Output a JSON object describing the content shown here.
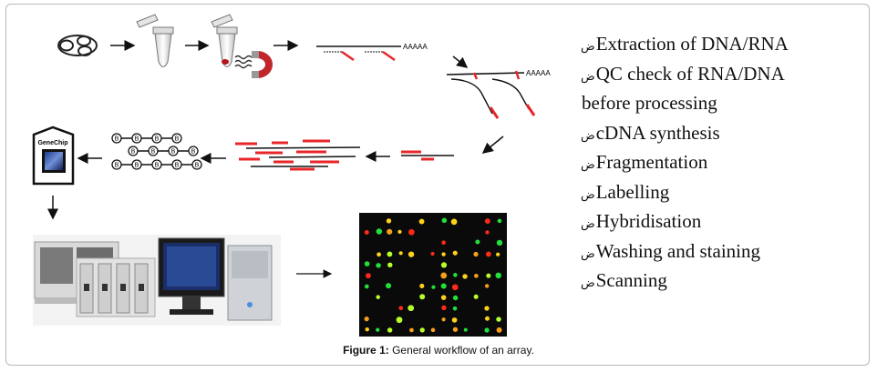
{
  "steps": [
    {
      "bullet": "ض",
      "text": "Extraction of DNA/RNA"
    },
    {
      "bullet": "ض",
      "text": "QC check of RNA/DNA"
    },
    {
      "bullet": "",
      "text": "before processing"
    },
    {
      "bullet": "ض",
      "text": "cDNA synthesis"
    },
    {
      "bullet": "ض",
      "text": "Fragmentation"
    },
    {
      "bullet": "ض",
      "text": "Labelling"
    },
    {
      "bullet": "ض",
      "text": "Hybridisation"
    },
    {
      "bullet": "ض",
      "text": "Washing and staining"
    },
    {
      "bullet": "ض",
      "text": "Scanning"
    }
  ],
  "diagram": {
    "polyA_1": "AAAAA",
    "polyA_2": "AAAAA",
    "chip_label": "GeneChip",
    "probe_label": "B"
  },
  "caption": {
    "label": "Figure 1:",
    "text": "General workflow of an array."
  },
  "colors": {
    "accent": "#e8262a",
    "strand": "#1a1a1a",
    "magnet": "#c0262a",
    "array_bg": "#0a0a0a"
  }
}
